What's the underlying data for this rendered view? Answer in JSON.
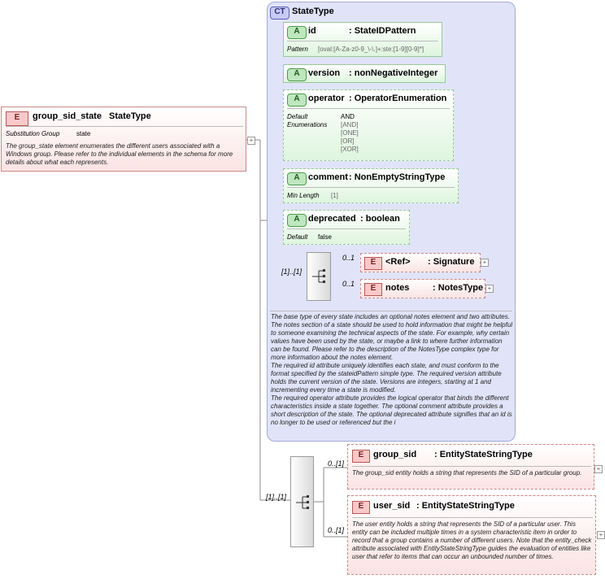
{
  "root": {
    "tag": "E",
    "name": "group_sid_state",
    "type": "StateType",
    "substitution_label": "Substitution Group",
    "substitution_value": "state",
    "doc": "The group_state element enumerates the different users associated with a Windows group. Please refer to the individual elements in the schema for more details about what each represents."
  },
  "complex_type": {
    "tag": "CT",
    "name": "StateType",
    "doc": "The base type of every state includes an optional notes element and two attributes. The notes section of a state should be used to hold information that might be helpful to someone examining the technical aspects of the state. For example, why certain values have been used by the state, or maybe a link to where further information can be found. Please refer to the description of the NotesType complex type for more information about the notes element.\nThe required id attribute uniquely identifies each state, and must conform to the format specified by the stateidPattern simple type. The required version attribute holds the current version of the state. Versions are integers, starting at 1 and incrementing every time a state is modified.\nThe required operator attribute provides the logical operator that binds the different characteristics inside a state together. The optional comment attribute provides a short description of the state. The optional deprecated attribute signifies that an id is no longer to be used or referenced but the i"
  },
  "attributes": [
    {
      "tag": "A",
      "name": "id",
      "type": ": StateIDPattern",
      "prop_label": "Pattern",
      "prop_value": "[oval:[A-Za-z0-9_\\-\\.]+:ste:[1-9][0-9]*]"
    },
    {
      "tag": "A",
      "name": "version",
      "type": ": nonNegativeInteger"
    },
    {
      "tag": "A",
      "name": "operator",
      "type": ": OperatorEnumeration",
      "prop_label_1": "Default",
      "prop_label_2": "Enumerations",
      "default_value": "AND",
      "enumerations": [
        "[AND]",
        "[ONE]",
        "[OR]",
        "[XOR]"
      ]
    },
    {
      "tag": "A",
      "name": "comment",
      "type": ": NonEmptyStringType",
      "prop_label": "Min Length",
      "prop_value": "[1]"
    },
    {
      "tag": "A",
      "name": "deprecated",
      "type": ": boolean",
      "prop_label": "Default",
      "prop_value": "false"
    }
  ],
  "ct_sequence": {
    "cardinality": "[1]..[1]",
    "items": [
      {
        "tag": "E",
        "name": "<Ref>",
        "type": ": Signature",
        "cardinality": "0..1"
      },
      {
        "tag": "E",
        "name": "notes",
        "type": ": NotesType",
        "cardinality": "0..1"
      }
    ]
  },
  "root_sequence": {
    "cardinality": "[1]..[1]",
    "items": [
      {
        "tag": "E",
        "name": "group_sid",
        "type": ": EntityStateStringType",
        "cardinality": "0..[1]",
        "doc": "The group_sid entity holds a string that represents the SID of a particular group."
      },
      {
        "tag": "E",
        "name": "user_sid",
        "type": ": EntityStateStringType",
        "cardinality": "0..[1]",
        "doc": "The user entity holds a string that represents the SID of a particular user. This entity can be included multiple times in a system characteristic item in order to record that a group contains a number of different users. Note that the entity_check attribute associated with EntityStateStringType guides the evaluation of entities like user that refer to items that can occur an unbounded number of times."
      }
    ]
  },
  "expand_symbol": "+",
  "colors": {
    "element_fill": "#fbe3e3",
    "attribute_fill": "#def5de",
    "complex_type_fill": "#e1e4f9",
    "connector": "#888888"
  }
}
